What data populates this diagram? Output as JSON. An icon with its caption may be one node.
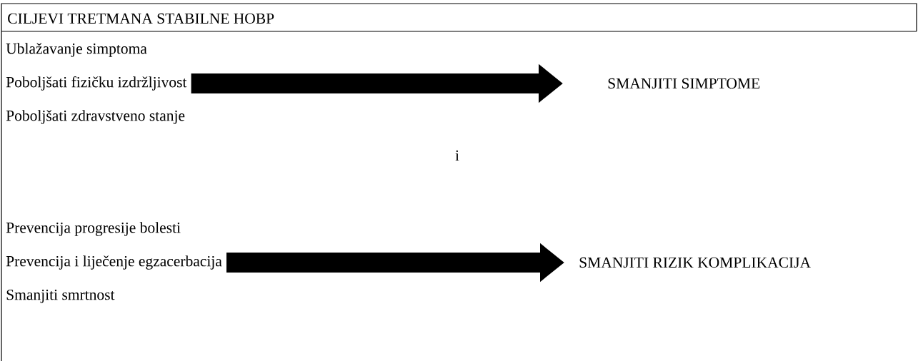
{
  "diagram": {
    "title": "CILJEVI TRETMANA STABILNE HOBP",
    "nodes": [
      {
        "text": [
          "Ublažavanje simptoma",
          "Poboljšati fizičku izdržljivost",
          "Poboljšati zdravstveno stanje"
        ]
      },
      {
        "text": [
          "SMANJITI SIMPTOME"
        ]
      },
      {
        "text": [
          "Prevencija progresije bolesti",
          "Prevencija i liječenje egzacerbacija",
          "Smanjiti smrtnost"
        ]
      },
      {
        "text": [
          "SMANJITI RIZIK KOMPLIKACIJA"
        ]
      }
    ],
    "edges": [
      {
        "from": 0,
        "to": 1,
        "arrow": "to"
      },
      {
        "from": 2,
        "to": 3,
        "arrow": "to"
      }
    ],
    "labels": [
      "i"
    ]
  }
}
